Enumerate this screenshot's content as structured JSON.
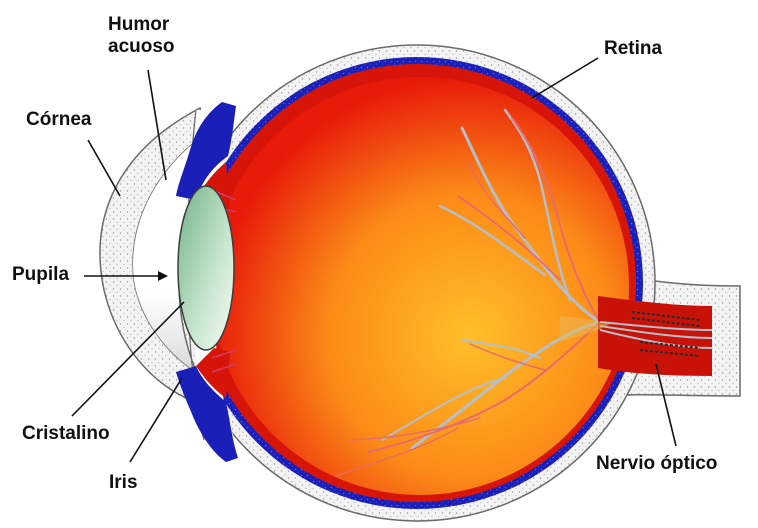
{
  "diagram": {
    "labels": {
      "humor_line1": "Humor",
      "humor_line2": "acuoso",
      "cornea": "Córnea",
      "retina": "Retina",
      "pupila": "Pupila",
      "cristalino": "Cristalino",
      "iris": "Iris",
      "nervio": "Nervio óptico"
    },
    "colors": {
      "vitreous_center": "#ffb020",
      "vitreous_edge": "#e81a0a",
      "retina_blue": "#1a1fb8",
      "sclera": "#f2f2f2",
      "lens": "#8fc89c",
      "vessel_red": "#e86a6a",
      "vessel_gray": "#b5bec9",
      "leader": "#111111"
    }
  }
}
